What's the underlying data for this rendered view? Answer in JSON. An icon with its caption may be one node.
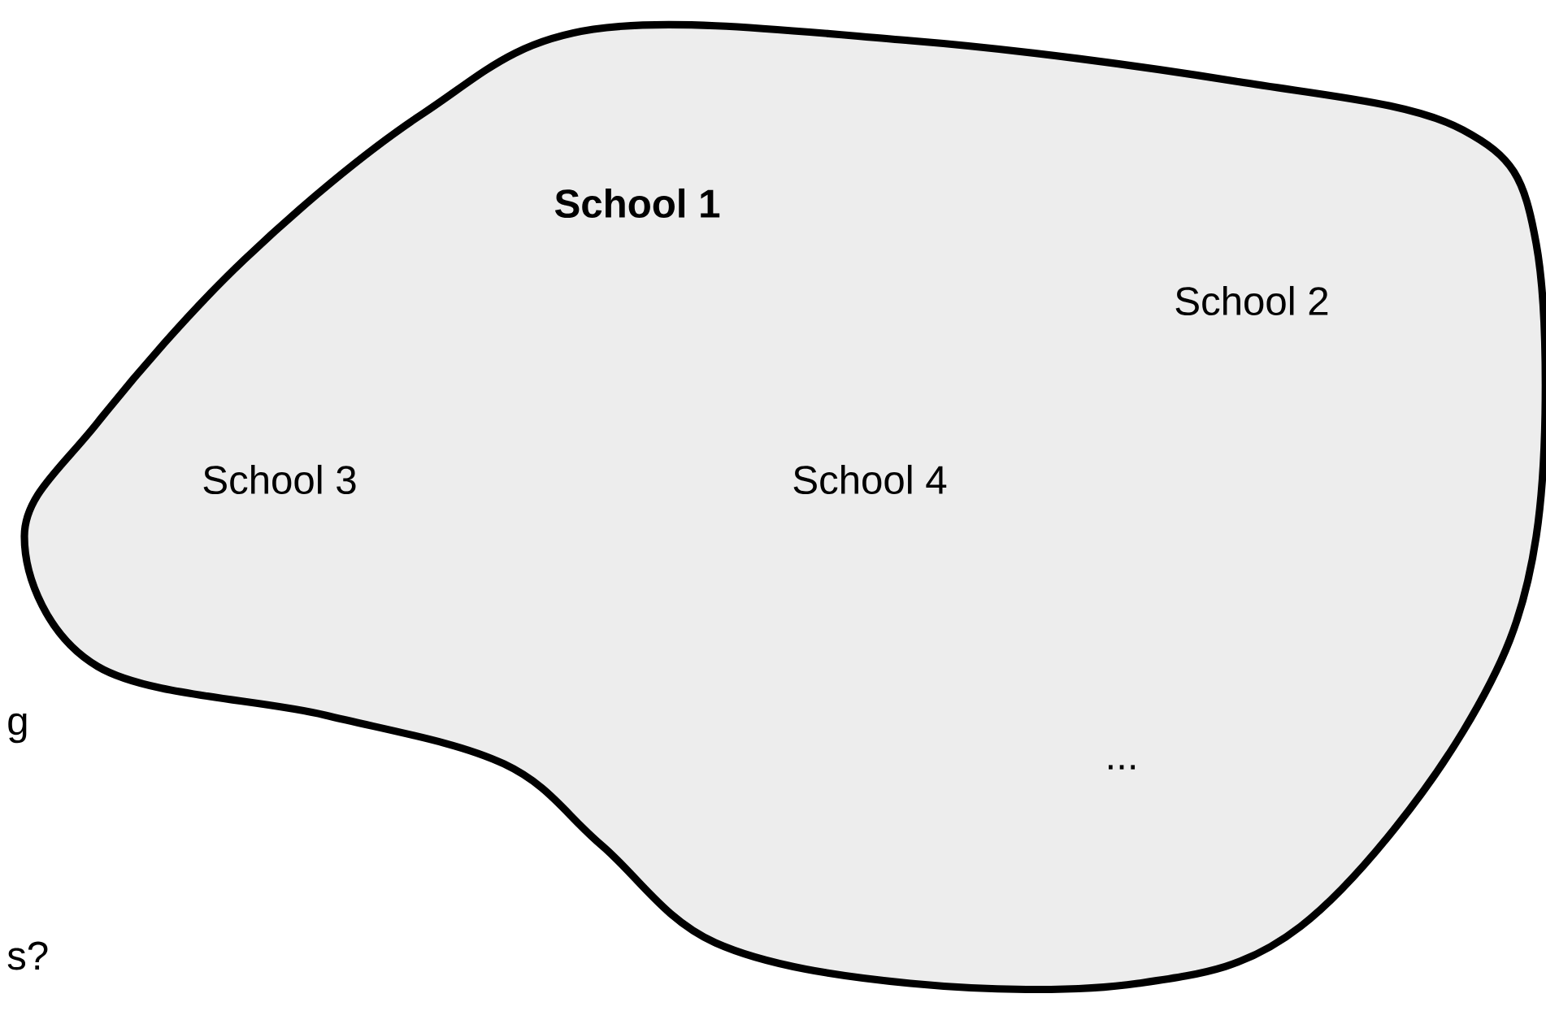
{
  "diagram": {
    "nodes": [
      {
        "text": [
          "School 1",
          "School 2",
          "School 3",
          "School 4",
          "..."
        ]
      }
    ],
    "labels": [
      "g",
      "s?"
    ]
  }
}
